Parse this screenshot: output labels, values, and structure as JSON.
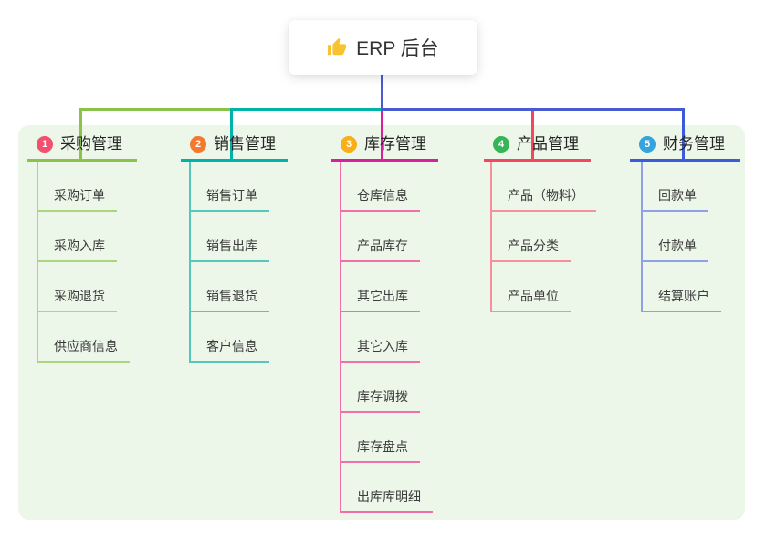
{
  "root": {
    "label": "ERP 后台",
    "icon": "thumb-up-icon",
    "icon_color": "#f8c331"
  },
  "colors": {
    "canvas": "#ffffff",
    "panel": "#ecf6e9",
    "trunk": "#4a5ad1"
  },
  "branches": [
    {
      "num": "1",
      "label": "采购管理",
      "badge_color": "#f2506e",
      "line_color": "#8bc34a",
      "item_line_color": "#abd67f",
      "items": [
        "采购订单",
        "采购入库",
        "采购退货",
        "供应商信息"
      ]
    },
    {
      "num": "2",
      "label": "销售管理",
      "badge_color": "#f4792f",
      "line_color": "#00b3aa",
      "item_line_color": "#55c7bd",
      "items": [
        "销售订单",
        "销售出库",
        "销售退货",
        "客户信息"
      ]
    },
    {
      "num": "3",
      "label": "库存管理",
      "badge_color": "#fbae17",
      "line_color": "#d6219c",
      "item_line_color": "#f170a9",
      "items": [
        "仓库信息",
        "产品库存",
        "其它出库",
        "其它入库",
        "库存调拨",
        "库存盘点",
        "出库库明细"
      ]
    },
    {
      "num": "4",
      "label": "产品管理",
      "badge_color": "#35b558",
      "line_color": "#f4465f",
      "item_line_color": "#f7909a",
      "items": [
        "产品（物料）",
        "产品分类",
        "产品单位"
      ]
    },
    {
      "num": "5",
      "label": "财务管理",
      "badge_color": "#35a3dc",
      "line_color": "#3b5bdb",
      "item_line_color": "#8ea0e8",
      "items": [
        "回款单",
        "付款单",
        "结算账户"
      ]
    }
  ]
}
